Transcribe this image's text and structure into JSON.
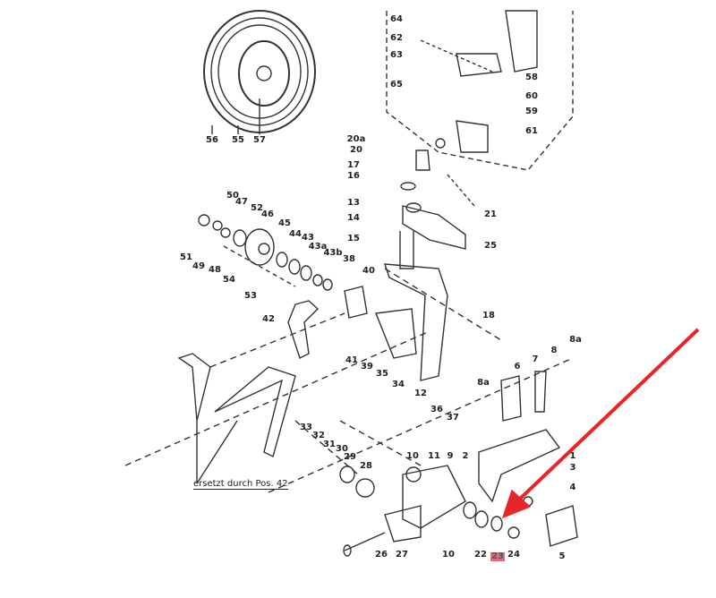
{
  "diagram": {
    "note": "ersetzt durch Pos. 42",
    "highlighted_part": "23",
    "arrow_color": "#e8262a",
    "labels": [
      "64",
      "62",
      "63",
      "58",
      "65",
      "60",
      "59",
      "61",
      "56",
      "55",
      "57",
      "20a",
      "20",
      "17",
      "16",
      "13",
      "14",
      "15",
      "21",
      "25",
      "50",
      "47",
      "52",
      "46",
      "45",
      "44",
      "43",
      "43a",
      "43b",
      "51",
      "49",
      "48",
      "54",
      "53",
      "38",
      "40",
      "18",
      "42",
      "41",
      "39",
      "35",
      "34",
      "12",
      "36",
      "37",
      "6",
      "7",
      "8",
      "8a",
      "8a",
      "33",
      "32",
      "31",
      "30",
      "29",
      "28",
      "10",
      "11",
      "9",
      "2",
      "1",
      "3",
      "4",
      "5",
      "26",
      "27",
      "10",
      "22",
      "23",
      "24"
    ]
  }
}
